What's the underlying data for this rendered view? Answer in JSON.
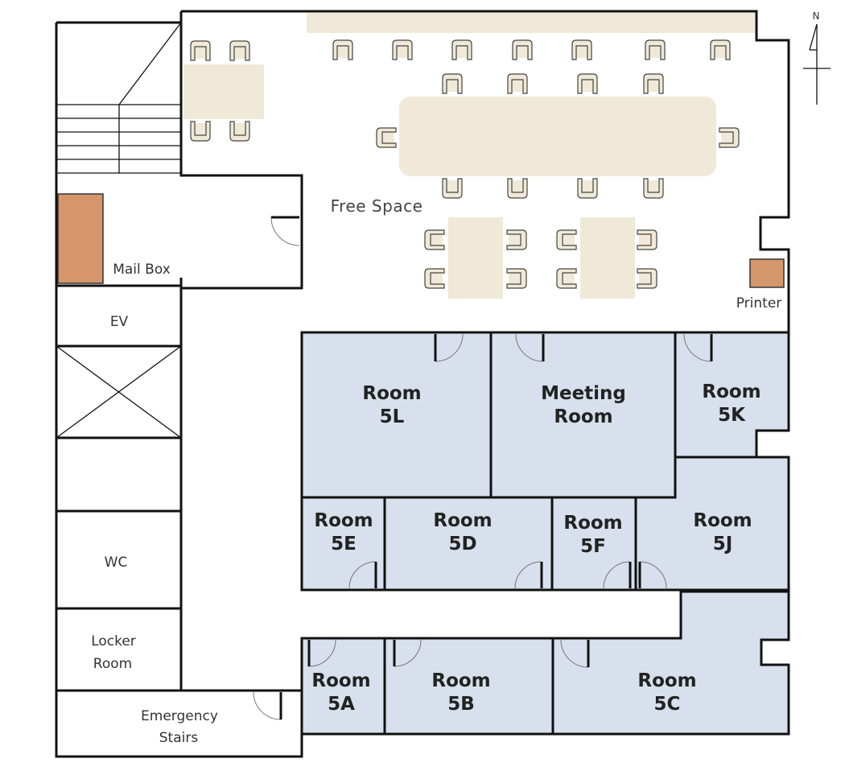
{
  "labels": {
    "free_space": "Free Space",
    "mail_box": "Mail Box",
    "printer": "Printer",
    "ev": "EV",
    "wc": "WC",
    "locker_1": "Locker",
    "locker_2": "Room",
    "emergency_1": "Emergency",
    "emergency_2": "Stairs",
    "north": "N"
  },
  "rooms": {
    "r5l": [
      "Room",
      "5L"
    ],
    "meeting": [
      "Meeting",
      "Room"
    ],
    "r5k": [
      "Room",
      "5K"
    ],
    "r5e": [
      "Room",
      "5E"
    ],
    "r5d": [
      "Room",
      "5D"
    ],
    "r5f": [
      "Room",
      "5F"
    ],
    "r5j": [
      "Room",
      "5J"
    ],
    "r5a": [
      "Room",
      "5A"
    ],
    "r5b": [
      "Room",
      "5B"
    ],
    "r5c": [
      "Room",
      "5C"
    ]
  },
  "colors": {
    "room_fill": "#d7e0ec",
    "furniture": "#f0e9d7",
    "mailbox_printer": "#d6966c"
  }
}
